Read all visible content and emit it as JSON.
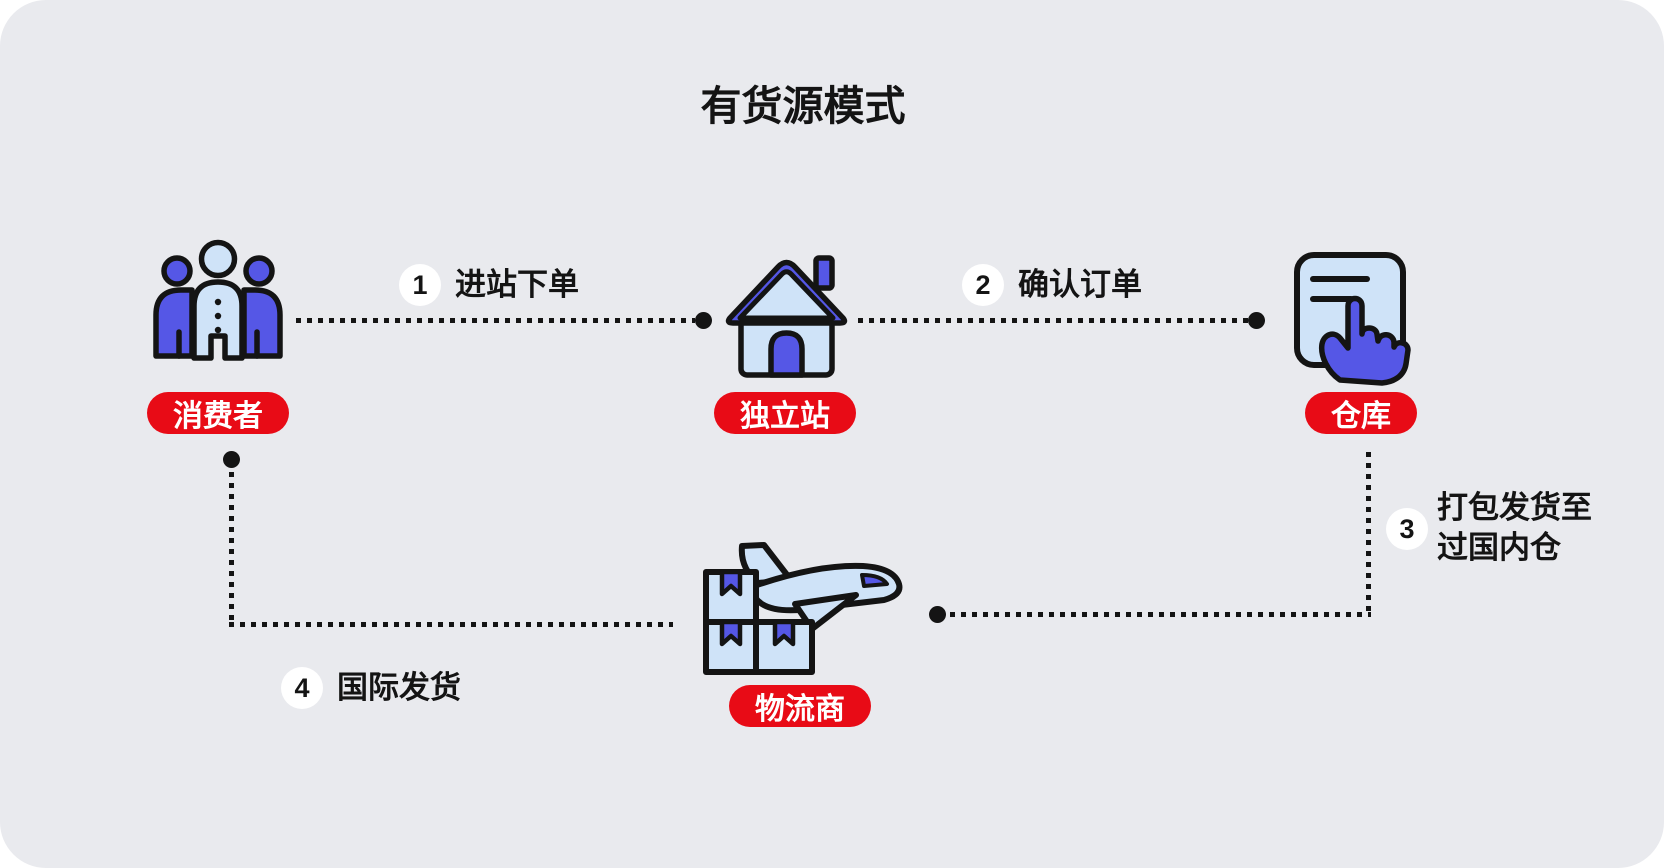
{
  "title": "有货源模式",
  "colors": {
    "background": "#e9eaee",
    "accent_red": "#e80b16",
    "icon_purple": "#5557e6",
    "icon_lightblue": "#cfe3f8",
    "ink": "#141414",
    "badge_bg": "#ffffff"
  },
  "nodes": {
    "consumer": {
      "label": "消费者",
      "icon": "people-group-icon"
    },
    "store": {
      "label": "独立站",
      "icon": "house-icon"
    },
    "warehouse": {
      "label": "仓库",
      "icon": "document-tap-icon"
    },
    "logistics": {
      "label": "物流商",
      "icon": "airplane-boxes-icon"
    }
  },
  "steps": [
    {
      "num": "1",
      "label": "进站下单"
    },
    {
      "num": "2",
      "label": "确认订单"
    },
    {
      "num": "3",
      "lines": [
        "打包发货至",
        "过国内仓"
      ]
    },
    {
      "num": "4",
      "label": "国际发货"
    }
  ]
}
